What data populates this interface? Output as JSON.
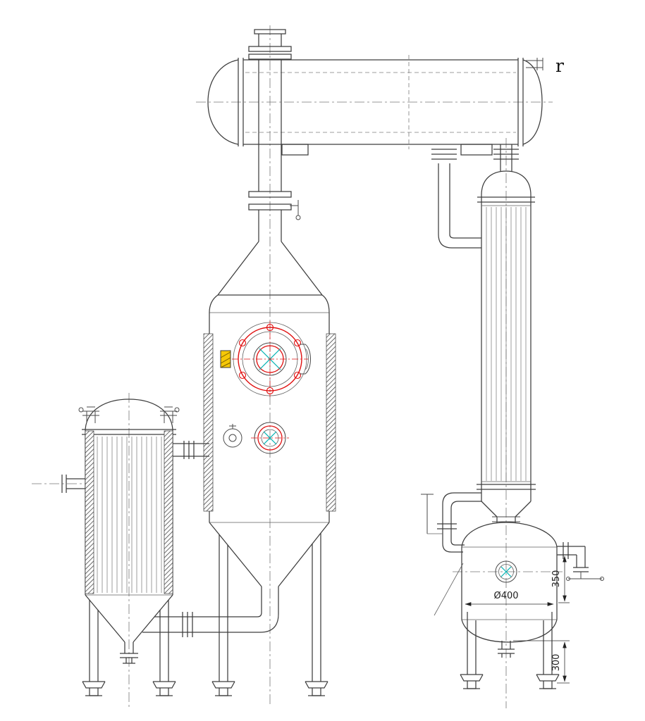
{
  "drawing": {
    "type": "process-vessel-assembly-drawing",
    "labels": {
      "rev_mark": "r",
      "receiver_diameter": "Ø400",
      "nozzle_height": "350",
      "leg_height": "300"
    },
    "colors": {
      "line": "#3d3d3d",
      "centerline": "#767676",
      "accent_red": "#e01010",
      "accent_yellow": "#f6c808",
      "accent_cyan": "#00b2b2"
    }
  }
}
